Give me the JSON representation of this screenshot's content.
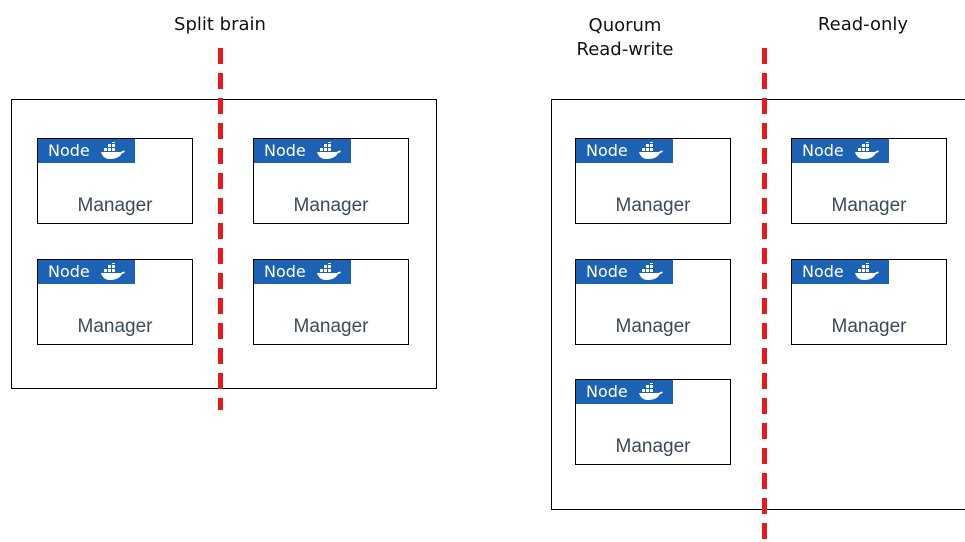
{
  "left_diagram": {
    "title": "Split brain",
    "nodes": [
      {
        "title": "Node",
        "role": "Manager"
      },
      {
        "title": "Node",
        "role": "Manager"
      },
      {
        "title": "Node",
        "role": "Manager"
      },
      {
        "title": "Node",
        "role": "Manager"
      }
    ]
  },
  "right_diagram": {
    "left_label": {
      "line1": "Quorum",
      "line2": "Read-write"
    },
    "right_label": "Read-only",
    "nodes": [
      {
        "title": "Node",
        "role": "Manager"
      },
      {
        "title": "Node",
        "role": "Manager"
      },
      {
        "title": "Node",
        "role": "Manager"
      },
      {
        "title": "Node",
        "role": "Manager"
      },
      {
        "title": "Node",
        "role": "Manager"
      }
    ]
  },
  "icons": {
    "node_badge": "docker-whale-icon"
  },
  "colors": {
    "node_header": "#1d63b5",
    "partition_line": "#e8191d",
    "role_text": "#3c4a5a"
  }
}
